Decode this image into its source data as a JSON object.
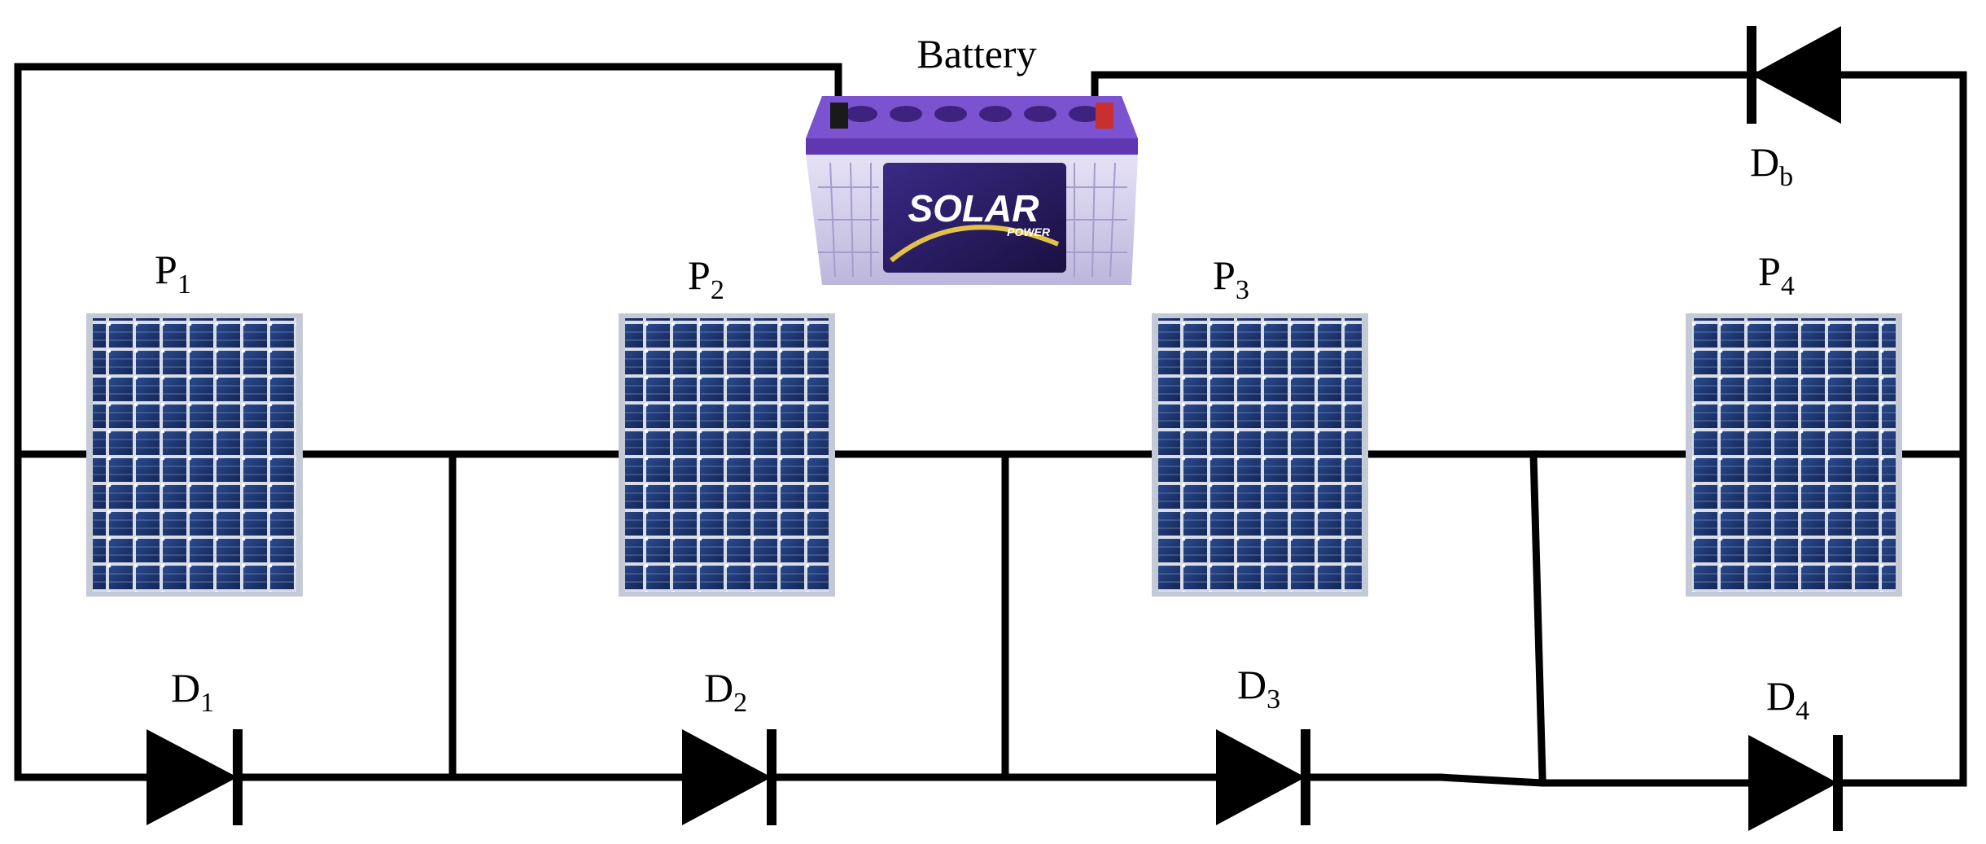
{
  "battery": {
    "label": "Battery",
    "brand": "SOLAR",
    "brand_sub": "POWER",
    "case_color": "#c9c3e6",
    "accent_color": "#6a3fc0"
  },
  "panels": [
    {
      "letter": "P",
      "sub": "1"
    },
    {
      "letter": "P",
      "sub": "2"
    },
    {
      "letter": "P",
      "sub": "3"
    },
    {
      "letter": "P",
      "sub": "4"
    }
  ],
  "diodes": [
    {
      "letter": "D",
      "sub": "1"
    },
    {
      "letter": "D",
      "sub": "2"
    },
    {
      "letter": "D",
      "sub": "3"
    },
    {
      "letter": "D",
      "sub": "4"
    }
  ],
  "blocking_diode": {
    "letter": "D",
    "sub": "b"
  },
  "colors": {
    "wire": "#000000",
    "panel_cell": "#1c3268",
    "panel_frame": "#b9bfcc"
  }
}
